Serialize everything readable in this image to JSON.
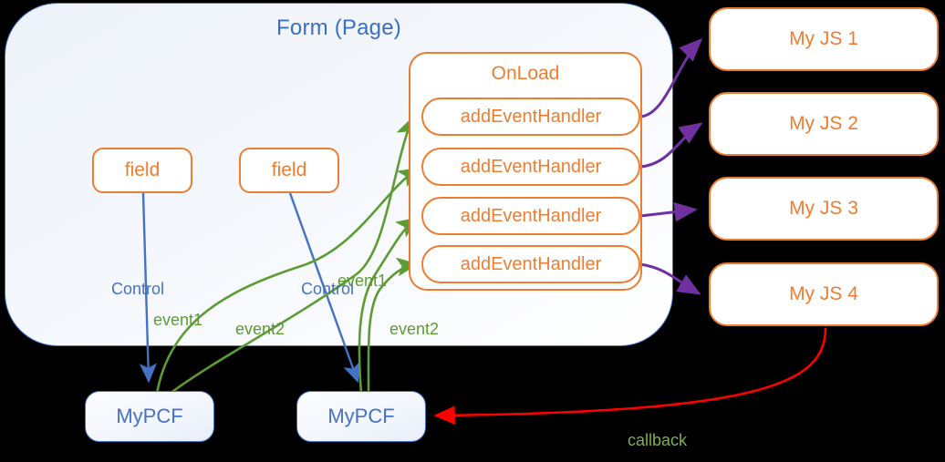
{
  "diagram": {
    "title": "PCF control event wiring diagram",
    "colors": {
      "form_border": "#4472C4",
      "orange": "#ED7D31",
      "blue": "#4472C4",
      "green": "#5D9B33",
      "purple": "#7030A0",
      "red": "#FF0000",
      "callback_label": "#7FAE57",
      "background": "#000000"
    }
  },
  "form": {
    "title": "Form (Page)",
    "fields": [
      {
        "label": "field"
      },
      {
        "label": "field"
      }
    ],
    "onload": {
      "title": "OnLoad",
      "handlers": [
        {
          "label": "addEventHandler"
        },
        {
          "label": "addEventHandler"
        },
        {
          "label": "addEventHandler"
        },
        {
          "label": "addEventHandler"
        }
      ]
    }
  },
  "scripts": [
    {
      "label": "My JS 1"
    },
    {
      "label": "My JS 2"
    },
    {
      "label": "My JS 3"
    },
    {
      "label": "My JS 4"
    }
  ],
  "controls": [
    {
      "label": "MyPCF"
    },
    {
      "label": "MyPCF"
    }
  ],
  "edge_labels": {
    "control_1": "Control",
    "control_2": "Control",
    "event1_a": "event1",
    "event2_a": "event2",
    "event1_b": "event1",
    "event2_b": "event2",
    "callback": "callback"
  }
}
